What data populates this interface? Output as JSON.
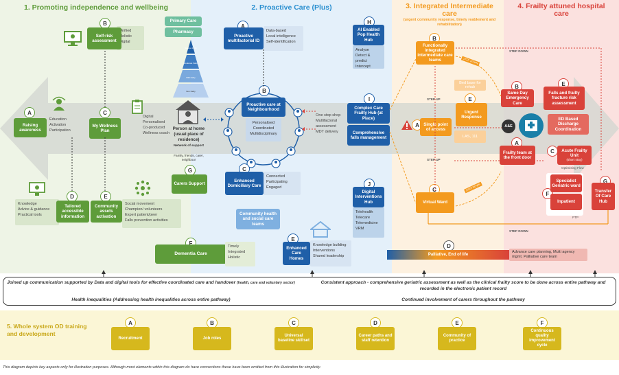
{
  "sections": {
    "s1": "1. Promoting independence and wellbeing",
    "s2": "2. Proactive Care (Plus)",
    "s3": "3. Integrated Intermediate care",
    "s3sub": "(urgent community response, timely reablement and rehabilitation)",
    "s4": "4. Frailty attuned hospital care"
  },
  "s1": {
    "self_risk": {
      "letter": "B",
      "label": "Self-risk assessment",
      "items": [
        "Unified",
        "Holistic",
        "Digital"
      ]
    },
    "raising": {
      "letter": "A",
      "label": "Raising awareness",
      "items": [
        "Education",
        "Activation",
        "Participation"
      ]
    },
    "wellness": {
      "letter": "C",
      "label": "My Wellness Plan",
      "items": [
        "Digital",
        "Personalised",
        "Co-produced",
        "Wellness coach"
      ]
    },
    "tailored": {
      "letter": "D",
      "label": "Tailored accessible information",
      "items": [
        "Knowledge",
        "Advice & guidance",
        "Practical tools"
      ]
    },
    "community_assets": {
      "letter": "E",
      "label": "Community assets activation",
      "items": [
        "Social movement",
        "Champion/ volunteers",
        "Expert patient/peer",
        "Falls prevention activities"
      ]
    },
    "dementia": {
      "letter": "F",
      "label": "Dementia Care",
      "items": [
        "Timely",
        "Integrated",
        "Holistic"
      ]
    }
  },
  "s2": {
    "primary_care": "Primary Care",
    "pharmacy": "Pharmacy",
    "pyramid": [
      "Severe frailty",
      "Moderate frailty",
      "Mild frailty",
      "Non frailty"
    ],
    "person": {
      "title": "Person at home (usual place of residence)",
      "network_title": "Network of support",
      "network": "Family, friends, carer, neighbour"
    },
    "carers": {
      "letter": "G",
      "label": "Carers Support"
    },
    "proactive_id": {
      "letter": "A",
      "label": "Proactive multifactorial ID",
      "items": [
        "Data-based",
        "Local intelligence",
        "Self-identification"
      ]
    },
    "neighbourhood": {
      "letter": "B",
      "label": "Proactive care at Neighbourhood",
      "items": [
        "Personalised",
        "Coordinated",
        "Multidisciplinary"
      ]
    },
    "domiciliary": {
      "letter": "C",
      "label": "Enhanced Domiciliary Care",
      "items": [
        "Connected",
        "Participating",
        "Engaged"
      ]
    },
    "community_teams": "Community health and social care teams",
    "care_homes": {
      "letter": "E",
      "label": "Enhanced Care Homes",
      "items": [
        "Knowledge building",
        "Interventions",
        "Shared leadership"
      ]
    },
    "ai_hub": {
      "letter": "H",
      "label": "AI Enabled Pop Health Hub",
      "items": [
        "Analyse",
        "Detect & predict",
        "Intercept"
      ]
    },
    "complex_hub": {
      "letter": "I",
      "label": "Complex Care Frailty Hub (at Place)",
      "falls": "Comprehensive falls management",
      "items": [
        "One stop shop",
        "Multifactorial assessment",
        "MDT delivery"
      ]
    },
    "digital_hub": {
      "letter": "J",
      "label": "Digital Interventions Hub",
      "items": [
        "Telehealth",
        "Telecare",
        "Telemedicine",
        "VRM"
      ]
    }
  },
  "s3": {
    "functionally": {
      "letter": "B",
      "label": "Functionally integrated intermediate care teams"
    },
    "bed_base": "Bed base for rehab",
    "urgent": {
      "letter": "E",
      "label": "Urgent Response"
    },
    "las": "LAS, 111",
    "spoa": {
      "letter": "A",
      "label": "Single point of access"
    },
    "virtual": {
      "letter": "C",
      "label": "Virtual Ward"
    },
    "step_up": "STEP UP",
    "step_down": "STEP DOWN"
  },
  "s4": {
    "sdec": {
      "letter": "B",
      "label": "Same Day Emergency Care"
    },
    "falls_fracture": {
      "letter": "E",
      "label": "Falls and frailty fracture risk assessment"
    },
    "ane": "A&E",
    "ed_discharge": "ED Based Discharge Coordination",
    "front_door": {
      "letter": "A",
      "label": "Frailty team at the front door"
    },
    "acute": {
      "letter": "C",
      "label": "Acute Frailty Unit",
      "sub": "(short stay)"
    },
    "optimising": "Optimising Flow",
    "geriatric": {
      "letter": "F",
      "label": "Specialist Geriatric ward",
      "inpatient": "Inpatient"
    },
    "transfer": {
      "letter": "G",
      "label": "Transfer Of Care Hub"
    },
    "ptp": "PTP"
  },
  "palliative": {
    "letter": "D",
    "label": "Palliative, End of life",
    "extra": "Advance care planning, Multi agency mgmt. Palliative care team"
  },
  "notes": {
    "left1": "Joined up communication supported by Data and digital tools for effective coordinated care and handover",
    "left1_sub": "(health, care and voluntary sector)",
    "left2": "Health inequalities (Addressing health inequalities across entire pathway)",
    "right1": "Consistent approach - comprehensive geriatric assessment as well as the clinical frailty score to be done across entire pathway and recorded in the electronic patient record",
    "right2": "Continued involvement of carers throughout the pathway"
  },
  "od": {
    "title": "5. Whole system OD training and development",
    "items": [
      {
        "letter": "A",
        "label": "Recruitment"
      },
      {
        "letter": "B",
        "label": "Job roles"
      },
      {
        "letter": "C",
        "label": "Universal baseline skillset"
      },
      {
        "letter": "D",
        "label": "Career paths and staff retention"
      },
      {
        "letter": "E",
        "label": "Community of practice"
      },
      {
        "letter": "F",
        "label": "Continuous quality improvement cycle"
      }
    ]
  },
  "footer": "This diagram depicts key aspects only for illustration purposes. Although most elements within this diagram do have connections these have been omitted from this illustration for simplicity.",
  "colors": {
    "green": "#5e9c3a",
    "blue": "#1f5fa8",
    "orange": "#f39a1e",
    "red": "#d9423a",
    "yellow": "#d6b81d"
  }
}
